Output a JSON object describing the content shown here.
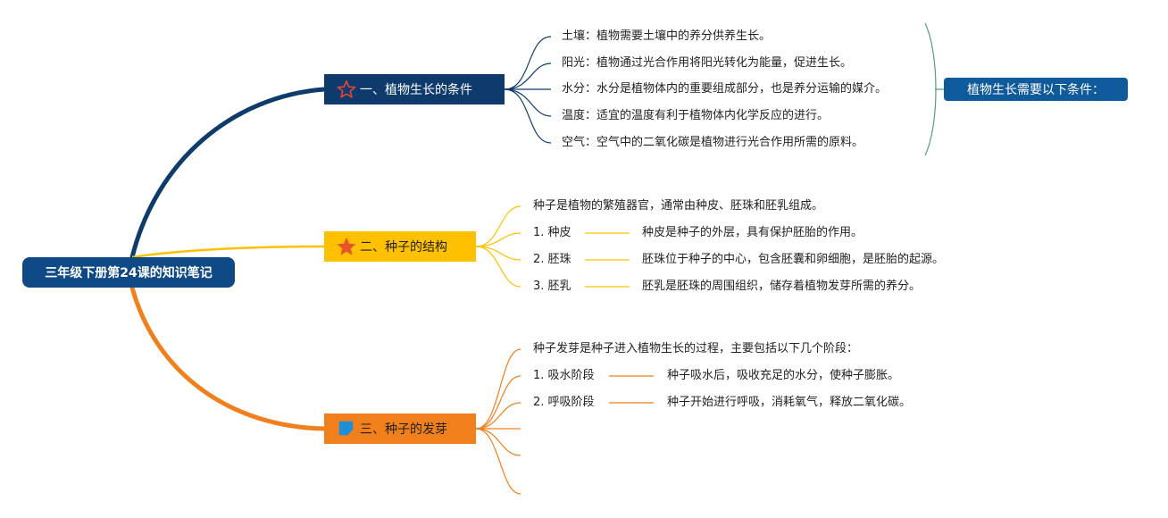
{
  "root": {
    "label": "三年级下册第24课的知识笔记"
  },
  "branches": [
    {
      "label": "一、植物生长的条件",
      "icon": "star-outline-icon",
      "items": [
        "土壤：植物需要土壤中的养分供养生长。",
        "阳光：植物通过光合作用将阳光转化为能量，促进生长。",
        "水分：水分是植物体内的重要组成部分，也是养分运输的媒介。",
        "温度：适宜的温度有利于植物体内化学反应的进行。",
        "空气：空气中的二氧化碳是植物进行光合作用所需的原料。"
      ],
      "summary": "植物生长需要以下条件："
    },
    {
      "label": "二、种子的结构",
      "icon": "star-filled-icon",
      "intro": "种子是植物的繁殖器官，通常由种皮、胚珠和胚乳组成。",
      "parts": [
        {
          "name": "1. 种皮",
          "desc": "种皮是种子的外层，具有保护胚胎的作用。"
        },
        {
          "name": "2. 胚珠",
          "desc": "胚珠位于种子的中心，包含胚囊和卵细胞，是胚胎的起源。"
        },
        {
          "name": "3. 胚乳",
          "desc": "胚乳是胚珠的周围组织，储存着植物发芽所需的养分。"
        }
      ]
    },
    {
      "label": "三、种子的发芽",
      "icon": "flag-icon",
      "intro": "种子发芽是种子进入植物生长的过程，主要包括以下几个阶段：",
      "stages": [
        {
          "name": "1. 吸水阶段",
          "desc": "种子吸水后，吸收充足的水分，使种子膨胀。"
        },
        {
          "name": "2. 呼吸阶段",
          "desc": "种子开始进行呼吸，消耗氧气，释放二氧化碳。"
        }
      ]
    }
  ],
  "colors": {
    "root": "#0f4a86",
    "branch1": "#0e3b6b",
    "branch2": "#ffc000",
    "branch3": "#f07f1c",
    "summary": "#0f5a9b",
    "summary_brace": "#5a9a80"
  }
}
